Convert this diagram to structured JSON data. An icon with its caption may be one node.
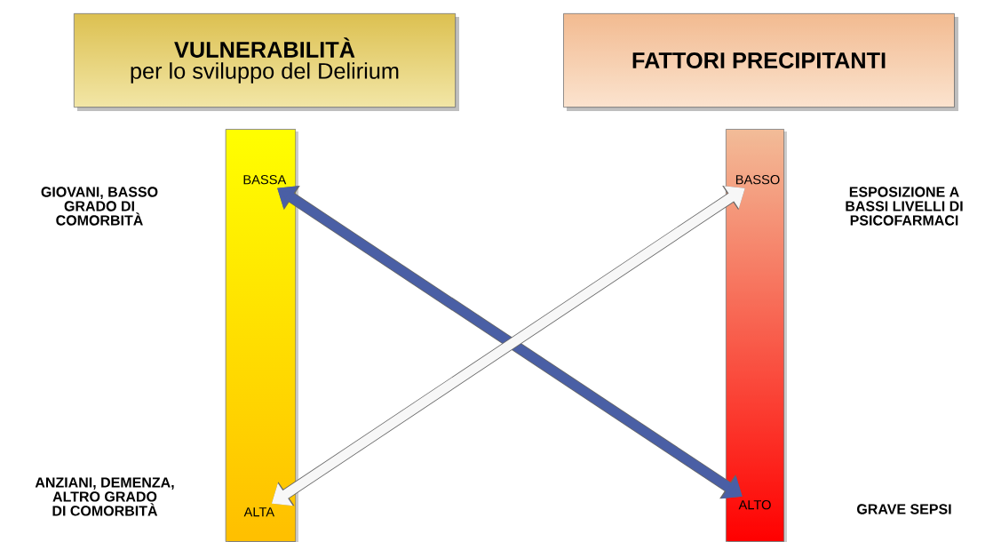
{
  "diagram": {
    "nodes": [
      {
        "text": [
          "VULNERABILITÀ",
          "per lo sviluppo del Delirium"
        ]
      },
      {
        "text": [
          "FATTORI PRECIPITANTI"
        ]
      },
      {
        "text": [],
        "shape": "bar"
      },
      {
        "text": [
          "BASSA"
        ],
        "in": 2
      },
      {
        "text": [
          "ALTA"
        ],
        "in": 2
      },
      {
        "text": [],
        "shape": "bar"
      },
      {
        "text": [
          "BASSO"
        ],
        "in": 5
      },
      {
        "text": [
          "ALTO"
        ],
        "in": 5
      }
    ],
    "edges": [
      {
        "from": 3,
        "to": 7,
        "arrow": "both",
        "color": "#4a5fa5"
      },
      {
        "from": 4,
        "to": 6,
        "arrow": "both",
        "color": "#f7f7f7"
      }
    ],
    "labels": [
      "GIOVANI, BASSO GRADO DI COMORBITÀ",
      "ESPOSIZIONE A BASSI LIVELLI DI PSICOFARMACI",
      "ANZIANI, DEMENZA, ALTRO GRADO DI COMORBITÀ",
      "GRAVE SEPSI"
    ]
  }
}
